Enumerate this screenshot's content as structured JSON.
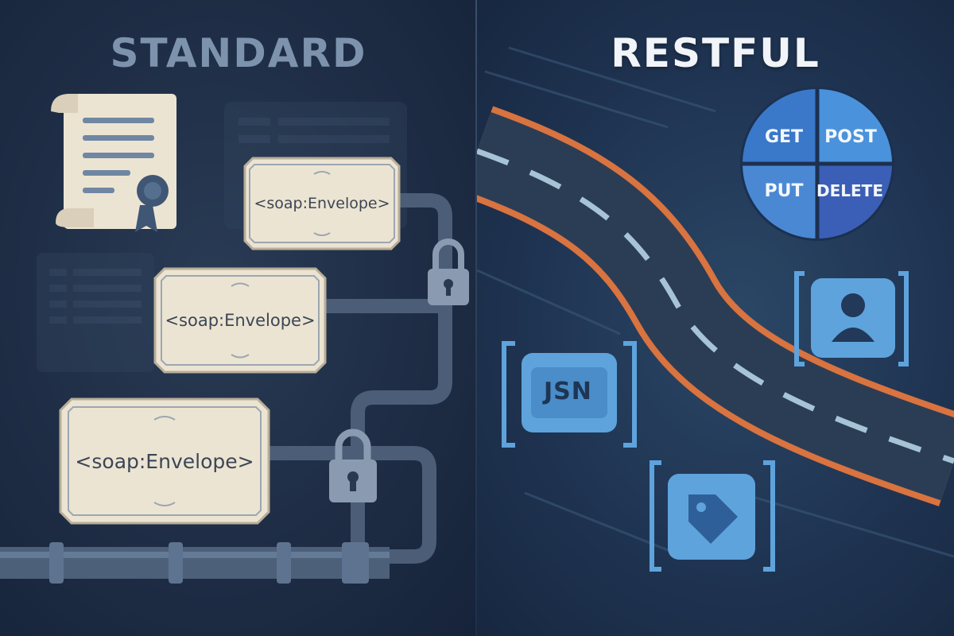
{
  "left_panel": {
    "title": "STANDARD",
    "envelopes": [
      {
        "label": "<soap:Envelope>"
      },
      {
        "label": "<soap:Envelope>"
      },
      {
        "label": "<soap:Envelope>"
      }
    ],
    "icons": [
      "certificate-scroll-icon",
      "padlock-icon",
      "padlock-icon",
      "pipeline-icon"
    ]
  },
  "right_panel": {
    "title": "RESTFUL",
    "methods": {
      "get": "GET",
      "post": "POST",
      "put": "PUT",
      "delete": "DELETE"
    },
    "json_label": "JSN",
    "icons": [
      "http-methods-wheel-icon",
      "user-profile-icon",
      "json-icon",
      "tag-icon",
      "highway-icon"
    ]
  },
  "colors": {
    "left_bg": "#1e2d45",
    "right_bg": "#1f3452",
    "standard_title": "#7d93ad",
    "restful_title": "#f1f4f8",
    "envelope_paper": "#ece4d2",
    "road_stripe": "#d9733f",
    "road_surface": "#2b3d55",
    "method_blue": "#3a78c9",
    "tile_blue": "#5ea3dc"
  }
}
